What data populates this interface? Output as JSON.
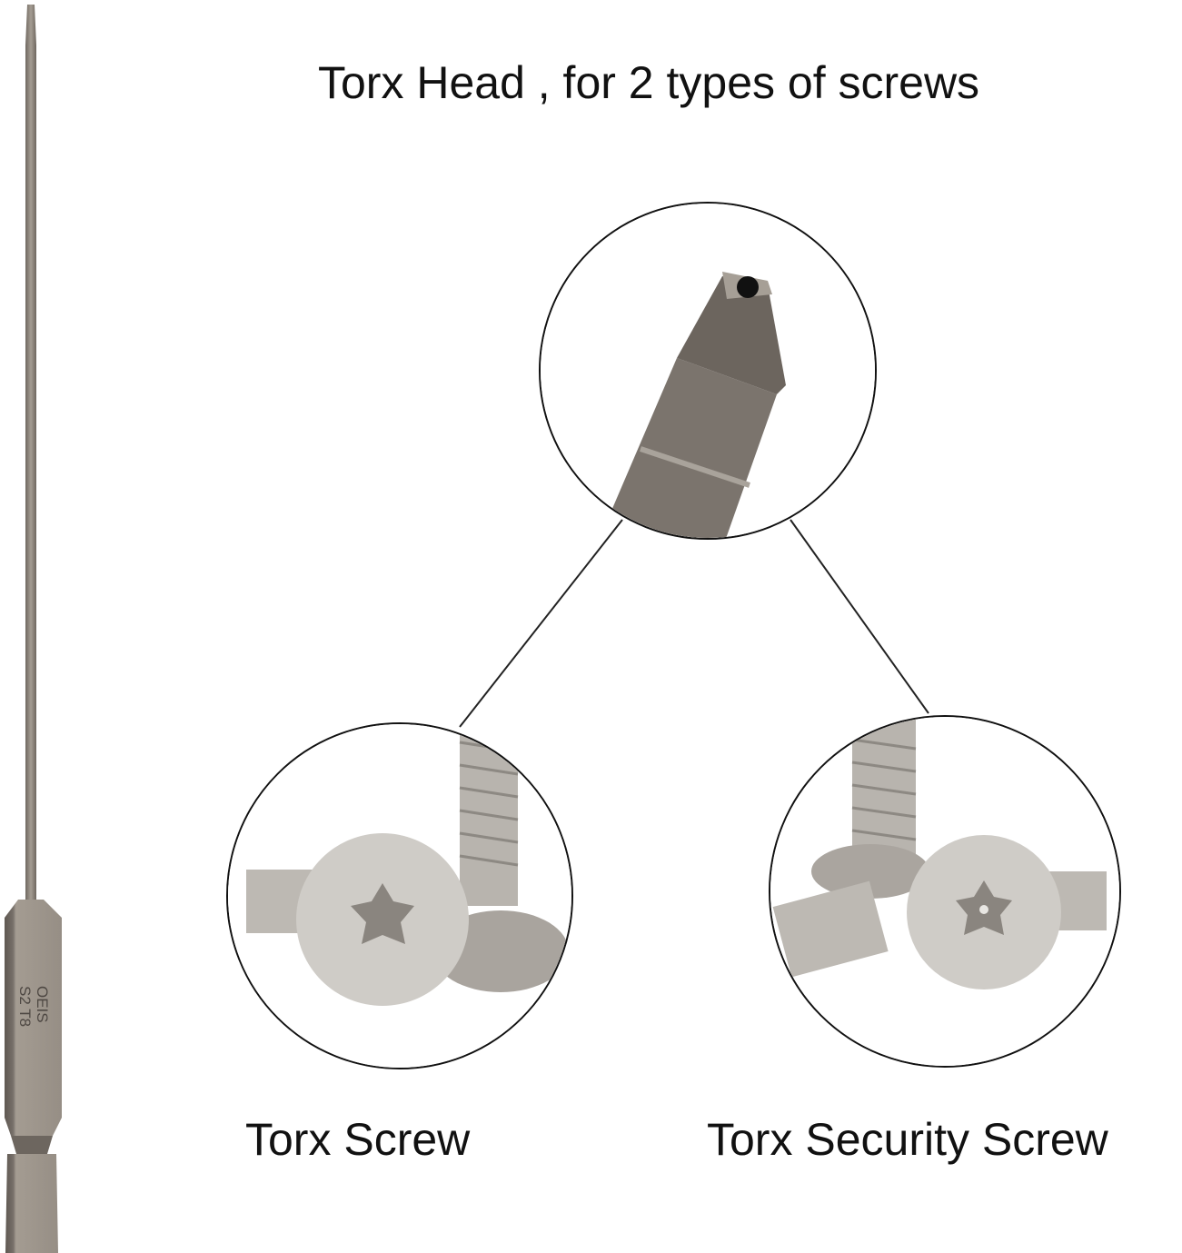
{
  "title": "Torx Head , for 2 types of screws",
  "labels": {
    "torx_screw": "Torx Screw",
    "torx_security_screw": "Torx Security Screw"
  },
  "bit_imprint": {
    "line1": "OEIS",
    "line2": "S2 T8"
  },
  "colors": {
    "background": "#ffffff",
    "bit_metal": "#8a8279",
    "screw_metal": "#c9c6c1",
    "text": "#111111"
  }
}
